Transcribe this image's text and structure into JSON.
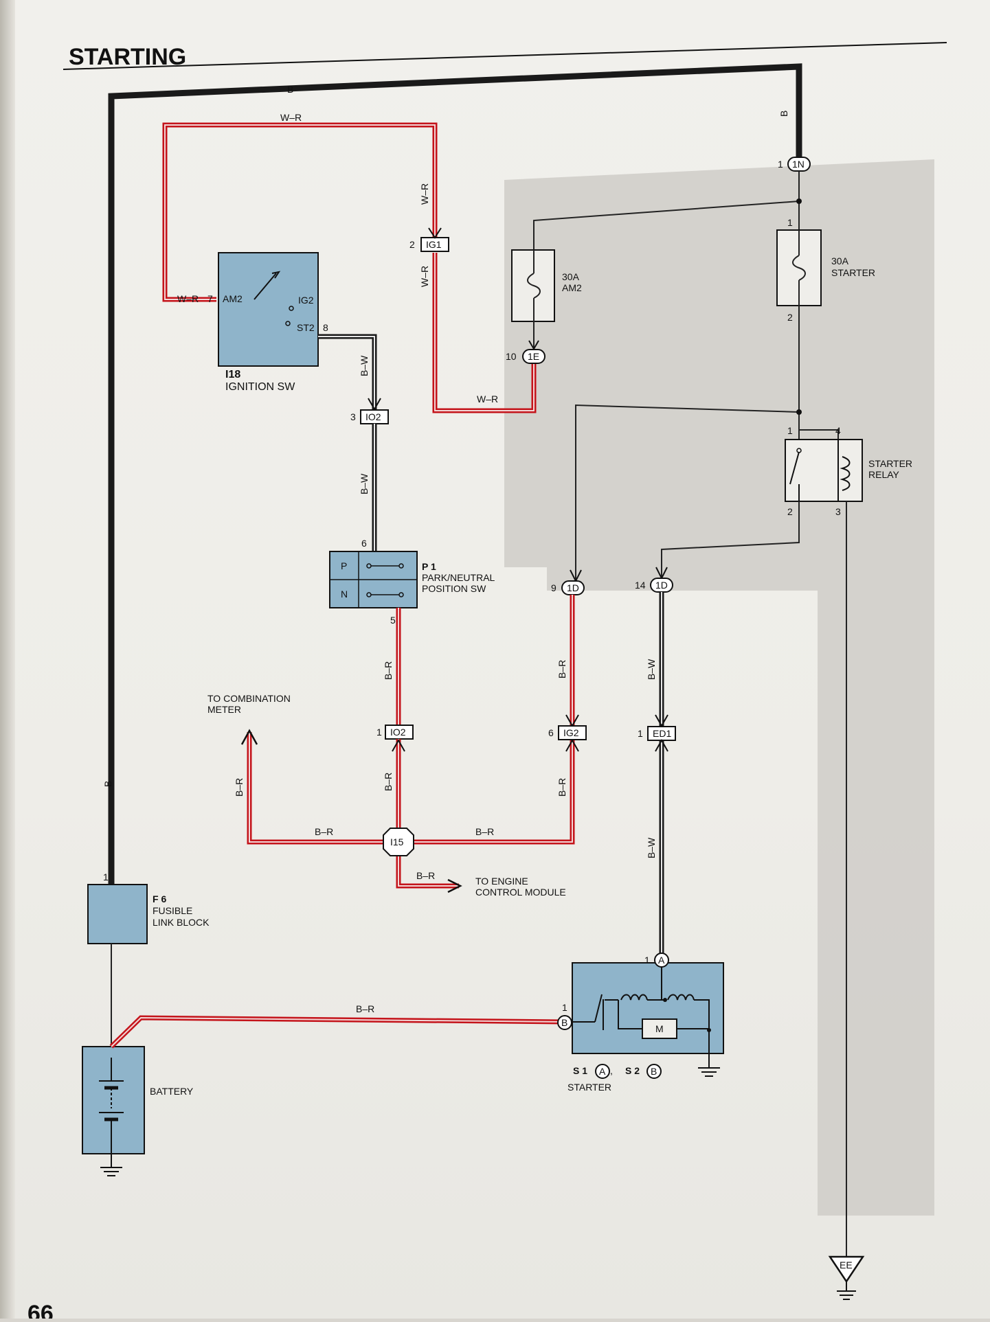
{
  "page": {
    "title": "STARTING",
    "page_number": "66"
  },
  "colors": {
    "component_fill": "#8fb4ca",
    "wire_red": "#c4141b",
    "wire_black": "#1a1a1a",
    "shaded_area": "#c9c8c4"
  },
  "wires": {
    "b_top": "B",
    "b_right": "B",
    "b_left": "B",
    "wr_top": "W–R",
    "wr_vert1": "W–R",
    "wr_vert2": "W–R",
    "wr_am2": "W–R",
    "wr_bottom": "W–R",
    "bw_1": "B–W",
    "bw_2": "B–W",
    "br_1": "B–R",
    "br_2": "B–R",
    "br_left_vert": "B–R",
    "br_i15_vert": "B–R",
    "br_left_h": "B–R",
    "br_right_h": "B–R",
    "br_ecm": "B–R",
    "br_ig2": "B–R",
    "br_1d9": "B–R",
    "bw_1d14": "B–W",
    "bw_ed1": "B–W",
    "br_battery": "B–R"
  },
  "connectors": {
    "ig1": {
      "pin": "2",
      "code": "IG1"
    },
    "io2_top": {
      "pin": "3",
      "code": "IO2"
    },
    "io2_bottom": {
      "pin": "1",
      "code": "IO2"
    },
    "ig2": {
      "pin": "6",
      "code": "IG2"
    },
    "ed1": {
      "pin": "1",
      "code": "ED1"
    },
    "c1n": {
      "pin": "1",
      "code": "1N"
    },
    "c1e": {
      "pin": "10",
      "code": "1E"
    },
    "c1d_a": {
      "pin": "9",
      "code": "1D"
    },
    "c1d_b": {
      "pin": "14",
      "code": "1D"
    },
    "i15": {
      "code": "I15"
    },
    "starter_a": {
      "pin": "1",
      "code": "A"
    },
    "starter_b": {
      "pin": "1",
      "code": "B"
    }
  },
  "components": {
    "ignition": {
      "code": "I18",
      "name": "IGNITION SW",
      "t_am2": "AM2",
      "t_ig2": "IG2",
      "t_st2": "ST2",
      "pin_am2": "7",
      "pin_st2": "8"
    },
    "park": {
      "code": "P 1",
      "name1": "PARK/NEUTRAL",
      "name2": "POSITION SW",
      "p": "P",
      "n": "N",
      "pin_top": "6",
      "pin_bottom": "5"
    },
    "fuse_am2": {
      "rating": "30A",
      "name": "AM2"
    },
    "fuse_starter": {
      "rating": "30A",
      "name": "STARTER",
      "pin_top": "1",
      "pin_bottom": "2"
    },
    "relay": {
      "name1": "STARTER",
      "name2": "RELAY",
      "pin1": "1",
      "pin4": "4",
      "pin2": "2",
      "pin3": "3"
    },
    "fusible": {
      "code": "F 6",
      "name1": "FUSIBLE",
      "name2": "LINK BLOCK",
      "pin": "1"
    },
    "battery": {
      "name": "BATTERY"
    },
    "starter": {
      "s1": "S 1",
      "s1_circle": "A",
      "s2": "S 2",
      "s2_circle": "B",
      "name": "STARTER",
      "motor": "M"
    }
  },
  "destinations": {
    "combination_meter": {
      "line1": "TO COMBINATION",
      "line2": "METER"
    },
    "ecm": {
      "line1": "TO ENGINE",
      "line2": "CONTROL MODULE"
    }
  },
  "ground": {
    "ee": "EE"
  }
}
